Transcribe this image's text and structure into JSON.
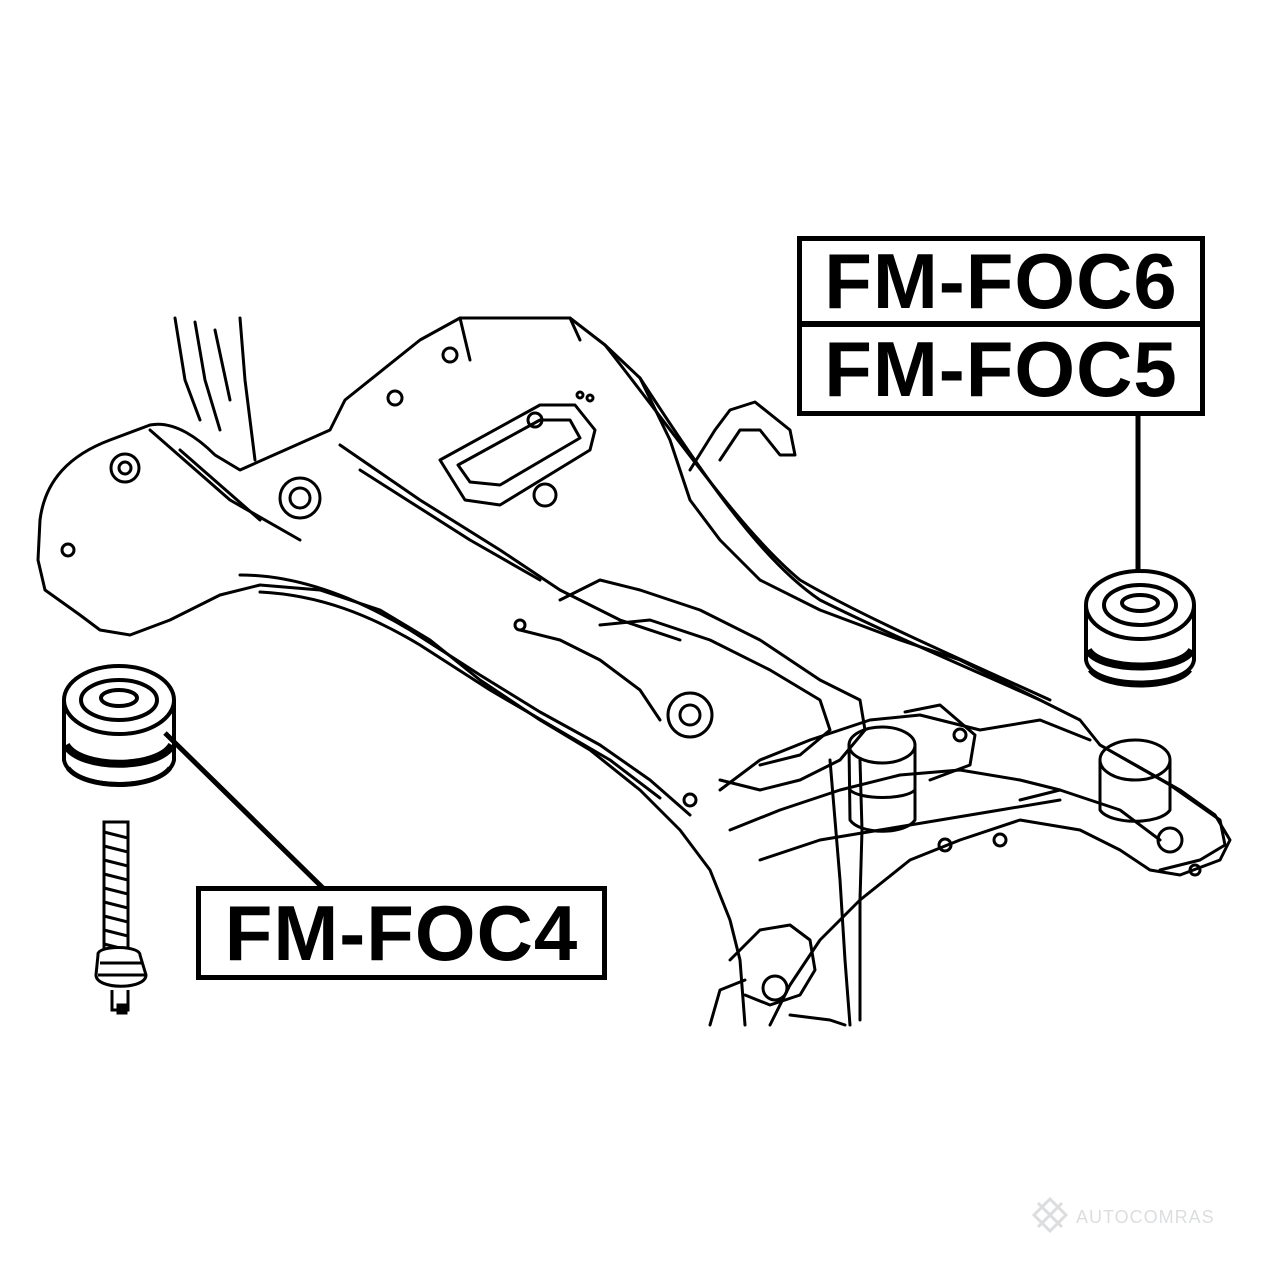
{
  "labels": {
    "top_right_upper": "FM-FOC6",
    "top_right_lower": "FM-FOC5",
    "bottom_left": "FM-FOC4"
  },
  "watermark": {
    "text": "AUTOCOMRAS",
    "icon": "autocomras-logo-icon",
    "color": "#9aa0a6"
  },
  "colors": {
    "line": "#000000",
    "background": "#ffffff"
  }
}
